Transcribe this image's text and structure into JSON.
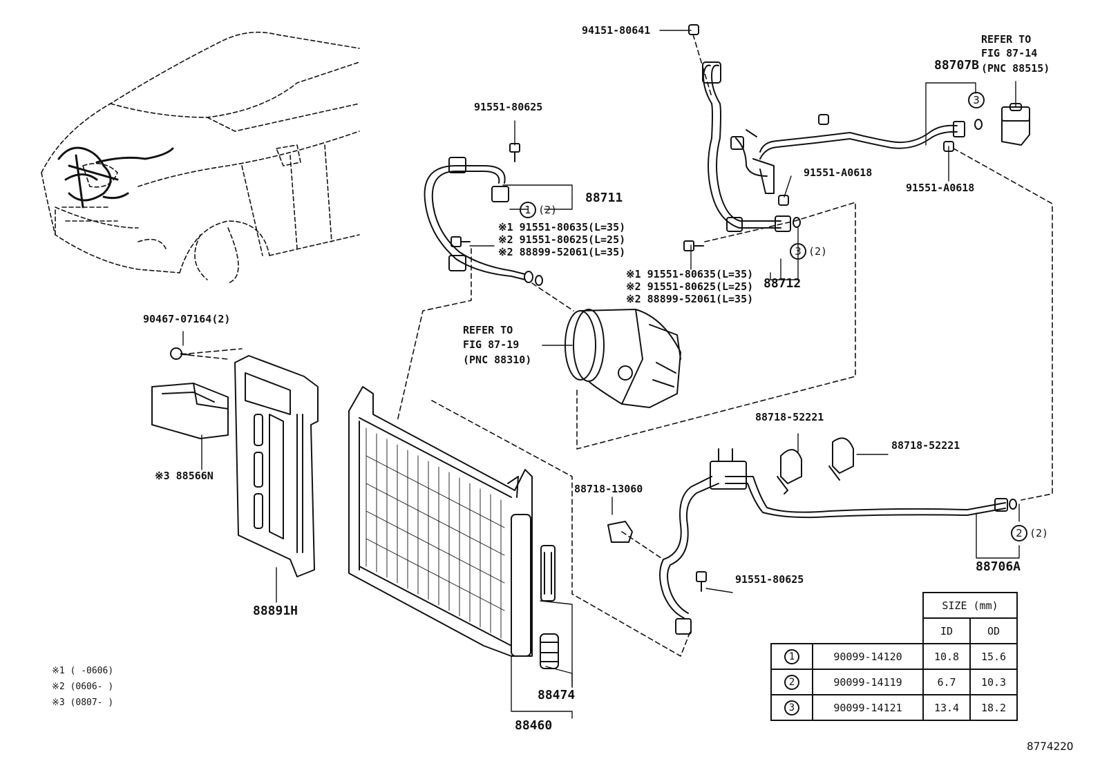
{
  "parts": {
    "p94151": "94151-80641",
    "refer1_line1": "REFER TO",
    "refer1_line2": "FIG 87-14",
    "refer1_line3": "(PNC 88515)",
    "p88707b": "88707B",
    "p91551_80625_top": "91551-80625",
    "p88711": "88711",
    "c1_qty": "(2)",
    "note_a1": "※1 91551-80635(L=35)",
    "note_a2": "※2 91551-80625(L=25)",
    "note_a3": "※2 88899-52061(L=35)",
    "p91551_a0618_a": "91551-A0618",
    "p91551_a0618_b": "91551-A0618",
    "c3_qty": "(2)",
    "note_b1": "※1 91551-80635(L=35)",
    "note_b2": "※2 91551-80625(L=25)",
    "note_b3": "※2 88899-52061(L=35)",
    "p88712": "88712",
    "p90467": "90467-07164(2)",
    "refer2_line1": "REFER TO",
    "refer2_line2": "FIG 87-19",
    "refer2_line3": "(PNC 88310)",
    "p88566n": "※3 88566N",
    "p88718_52221_a": "88718-52221",
    "p88718_52221_b": "88718-52221",
    "p88718_13060": "88718-13060",
    "c2_qty": "(2)",
    "p88706a": "88706A",
    "p91551_80625_low": "91551-80625",
    "p88891h": "88891H",
    "p88474": "88474",
    "p88460": "88460",
    "fig_no": "877422O"
  },
  "circle_marks": {
    "one": "1",
    "two": "2",
    "three": "3"
  },
  "legend": {
    "l1": "※1 (      -0606)",
    "l2": "※2 (0606-      )",
    "l3": "※3 (0807-      )"
  },
  "size_table": {
    "header": "SIZE (mm)",
    "col_id": "ID",
    "col_od": "OD",
    "rows": [
      {
        "mark": "1",
        "part": "90099-14120",
        "id": "10.8",
        "od": "15.6"
      },
      {
        "mark": "2",
        "part": "90099-14119",
        "id": "6.7",
        "od": "10.3"
      },
      {
        "mark": "3",
        "part": "90099-14121",
        "id": "13.4",
        "od": "18.2"
      }
    ]
  }
}
